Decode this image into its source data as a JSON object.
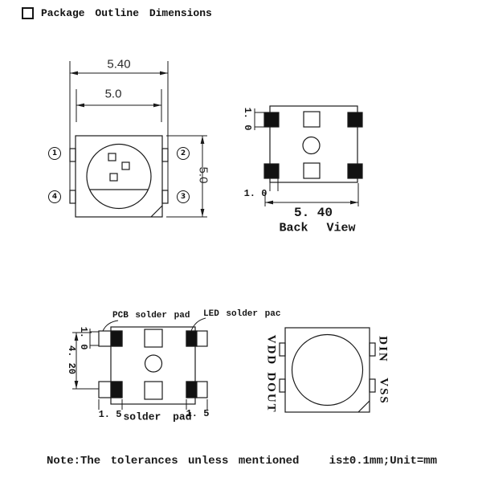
{
  "title": {
    "text": "Package Outline Dimensions"
  },
  "front_view": {
    "dim_overall_width": "5.40",
    "dim_body_width": "5.0",
    "dim_body_height": "5.0",
    "pin_markers": [
      "1",
      "2",
      "4",
      "3"
    ]
  },
  "back_view": {
    "dim_pad_height": "1. 0",
    "dim_pad_width": "1. 0",
    "dim_overall_width": "5. 40",
    "caption": "Back View"
  },
  "solder_view": {
    "label_pcb_pad": "PCB solder pad",
    "label_led_pad": "LED solder pac",
    "dim_pad_height": "1. 0",
    "dim_vertical_pitch": "4. 20",
    "dim_pad_width_left": "1. 5",
    "dim_pad_width_right": "1. 5",
    "caption": "solder pad"
  },
  "pinout_view": {
    "pin_labels": {
      "top_left": "VDD",
      "bottom_left": "DOUT",
      "top_right": "DIN",
      "bottom_right": "VSS"
    }
  },
  "note": {
    "text": "Note:The tolerances unless mentioned   is±0.1mm;Unit=mm"
  }
}
